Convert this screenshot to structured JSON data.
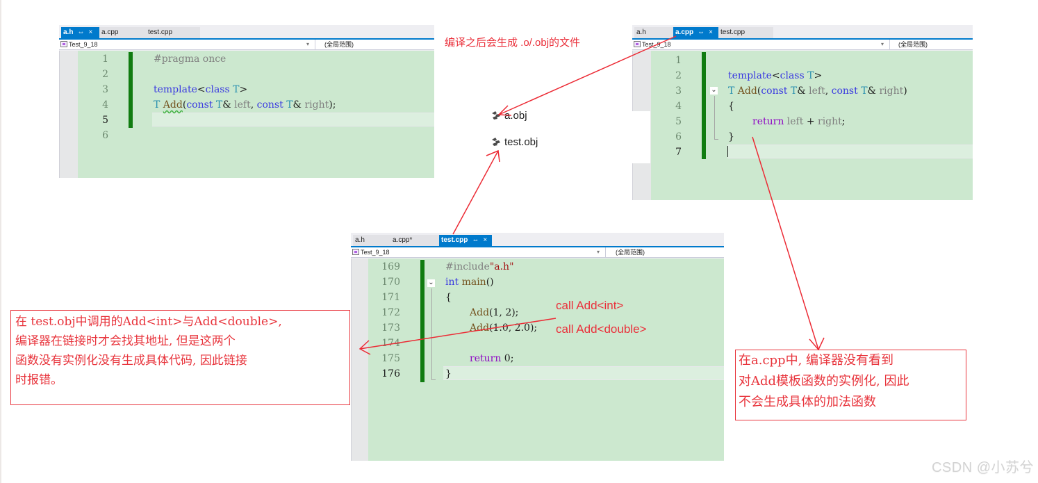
{
  "editors": {
    "header_file": {
      "tabs": [
        {
          "label": "a.h",
          "active": true,
          "pin": "⇔",
          "close": "×"
        },
        {
          "label": "a.cpp",
          "active": false
        },
        {
          "label": "test.cpp",
          "active": false
        }
      ],
      "project": "Test_9_18",
      "scope": "(全局范围)",
      "lines": [
        {
          "num": "1",
          "code": "#pragma once"
        },
        {
          "num": "2",
          "code": ""
        },
        {
          "num": "3",
          "code": "template<class T>"
        },
        {
          "num": "4",
          "code": "T Add(const T& left, const T& right);"
        },
        {
          "num": "5",
          "code": "",
          "current": true
        },
        {
          "num": "6",
          "code": ""
        }
      ]
    },
    "source_file": {
      "tabs": [
        {
          "label": "a.h",
          "active": false
        },
        {
          "label": "a.cpp",
          "active": true,
          "pin": "⇔",
          "close": "×"
        },
        {
          "label": "test.cpp",
          "active": false
        }
      ],
      "project": "Test_9_18",
      "scope": "(全局范围)",
      "lines": [
        {
          "num": "1",
          "code": ""
        },
        {
          "num": "2",
          "code": "template<class T>"
        },
        {
          "num": "3",
          "code": "T Add(const T& left, const T& right)"
        },
        {
          "num": "4",
          "code": "{"
        },
        {
          "num": "5",
          "code": "    return left + right;"
        },
        {
          "num": "6",
          "code": "}"
        },
        {
          "num": "7",
          "code": "",
          "current": true
        }
      ]
    },
    "test_file": {
      "tabs": [
        {
          "label": "a.h",
          "active": false
        },
        {
          "label": "a.cpp*",
          "active": false
        },
        {
          "label": "test.cpp",
          "active": true,
          "pin": "⇔",
          "close": "×"
        }
      ],
      "project": "Test_9_18",
      "scope": "(全局范围)",
      "lines": [
        {
          "num": "169",
          "code": "#include\"a.h\""
        },
        {
          "num": "170",
          "code": "int main()"
        },
        {
          "num": "171",
          "code": "{"
        },
        {
          "num": "172",
          "code": "    Add(1, 2);"
        },
        {
          "num": "173",
          "code": "    Add(1.0, 2.0);"
        },
        {
          "num": "174",
          "code": ""
        },
        {
          "num": "175",
          "code": "    return 0;"
        },
        {
          "num": "176",
          "code": "}",
          "current": true
        }
      ]
    }
  },
  "annotations": {
    "compile_note": "编译之后会生成  .o/.obj的文件",
    "call_int": "call   Add<int>",
    "call_double": "call   Add<double>",
    "link_error_note": "在 test.obj中调用的Add<int>与Add<double>,\n编译器在链接时才会找其地址, 但是这两个\n函数没有实例化没有生成具体代码, 因此链接\n时报错。",
    "no_instantiation_note": "在a.cpp中, 编译器没有看到\n对Add模板函数的实例化, 因此\n不会生成具体的加法函数"
  },
  "object_files": [
    {
      "name": "a.obj",
      "icon": "object-file-icon"
    },
    {
      "name": "test.obj",
      "icon": "object-file-icon"
    }
  ],
  "colors": {
    "annotation_red": "#e8343c",
    "editor_bg": "#cce8cf",
    "tab_active": "#007acc",
    "change_bar": "#107c10"
  },
  "watermark": "CSDN @小苏兮"
}
